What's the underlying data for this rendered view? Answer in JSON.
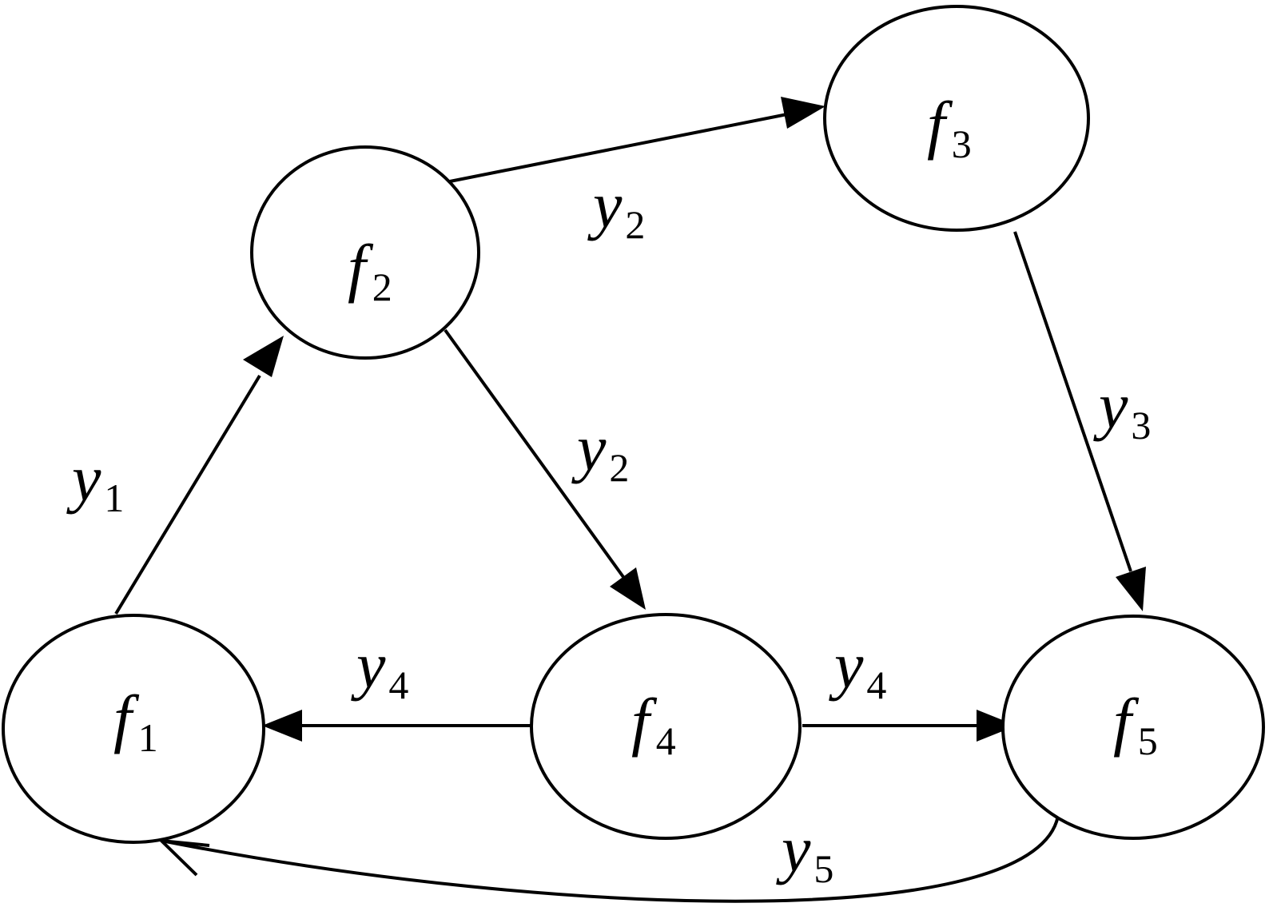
{
  "diagram": {
    "nodes": [
      {
        "id": "f1",
        "name": "f",
        "sub": "1"
      },
      {
        "id": "f2",
        "name": "f",
        "sub": "2"
      },
      {
        "id": "f3",
        "name": "f",
        "sub": "3"
      },
      {
        "id": "f4",
        "name": "f",
        "sub": "4"
      },
      {
        "id": "f5",
        "name": "f",
        "sub": "5"
      }
    ],
    "edges": [
      {
        "id": "e1",
        "from": "f1",
        "to": "f2",
        "name": "y",
        "sub": "1"
      },
      {
        "id": "e2",
        "from": "f2",
        "to": "f3",
        "name": "y",
        "sub": "2"
      },
      {
        "id": "e3",
        "from": "f2",
        "to": "f4",
        "name": "y",
        "sub": "2"
      },
      {
        "id": "e4",
        "from": "f3",
        "to": "f5",
        "name": "y",
        "sub": "3"
      },
      {
        "id": "e5",
        "from": "f4",
        "to": "f1",
        "name": "y",
        "sub": "4"
      },
      {
        "id": "e6",
        "from": "f4",
        "to": "f5",
        "name": "y",
        "sub": "4"
      },
      {
        "id": "e7",
        "from": "f5",
        "to": "f1",
        "name": "y",
        "sub": "5"
      }
    ]
  }
}
